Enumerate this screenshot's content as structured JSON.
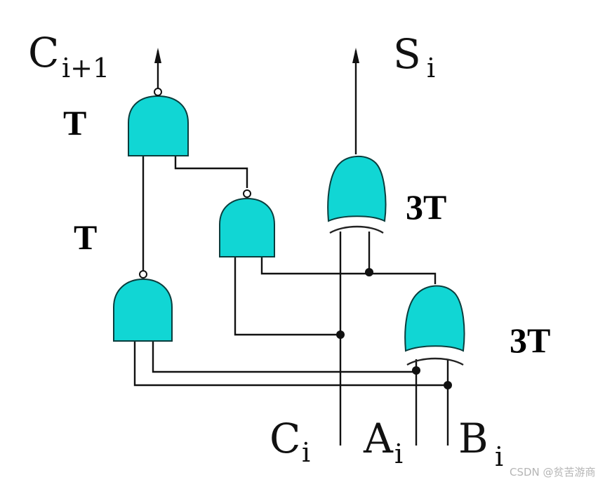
{
  "labels": {
    "carry_out_main": "C",
    "carry_out_sub": "i+1",
    "sum_main": "S",
    "sum_sub": "i",
    "carry_in_main": "C",
    "carry_in_sub": "i",
    "a_main": "A",
    "a_sub": "i",
    "b_main": "B",
    "b_sub": "i"
  },
  "delays": {
    "top_nand": "T",
    "left_nand": "T",
    "top_xor": "3T",
    "bottom_xor": "3T"
  },
  "watermark": "CSDN @贫苦游商",
  "colors": {
    "gate_fill": "#11d6d4",
    "wire": "#111111",
    "background": "#ffffff"
  }
}
